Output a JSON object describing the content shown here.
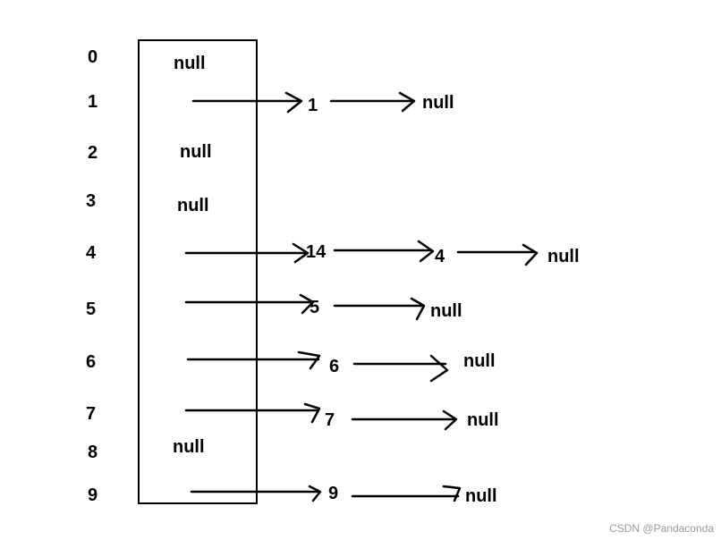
{
  "indices": [
    "0",
    "1",
    "2",
    "3",
    "4",
    "5",
    "6",
    "7",
    "8",
    "9"
  ],
  "table_null_labels": {
    "slot0": "null",
    "slot2": "null",
    "slot3": "null",
    "slot8": "null"
  },
  "chains": {
    "slot1": [
      "1",
      "null"
    ],
    "slot4": [
      "14",
      "4",
      "null"
    ],
    "slot5": [
      "5",
      "null"
    ],
    "slot6": [
      "6",
      "null"
    ],
    "slot7": [
      "7",
      "null"
    ],
    "slot9": [
      "9",
      "null"
    ]
  },
  "watermark": "CSDN @Pandaconda"
}
